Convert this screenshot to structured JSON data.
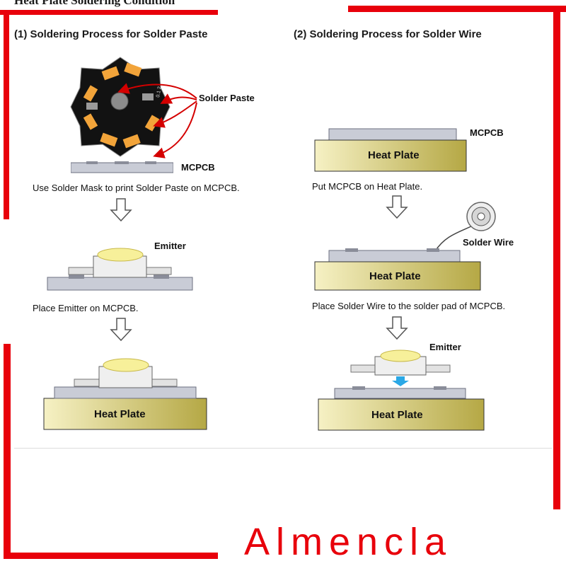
{
  "document": {
    "top_title": "Heat Plate Soldering Condition"
  },
  "left_panel": {
    "title": "(1) Soldering Process for Solder Paste",
    "label_solder_paste": "Solder Paste",
    "label_mcpcb": "MCPCB",
    "caption_step1": "Use Solder Mask to print Solder Paste on MCPCB.",
    "label_emitter": "Emitter",
    "caption_step2": "Place Emitter on MCPCB.",
    "label_heat_plate": "Heat Plate"
  },
  "right_panel": {
    "title": "(2) Soldering Process for Solder Wire",
    "label_mcpcb": "MCPCB",
    "label_heat_plate_1": "Heat Plate",
    "caption_step1": "Put MCPCB on Heat Plate.",
    "label_solder_wire": "Solder Wire",
    "label_heat_plate_2": "Heat Plate",
    "caption_step2": "Place Solder Wire to the solder pad of MCPCB.",
    "label_emitter": "Emitter",
    "label_heat_plate_3": "Heat Plate"
  },
  "watermark": {
    "text": "Almencla"
  },
  "colors": {
    "frame_red": "#e8000b",
    "heat_plate_light": "#f6f1c4",
    "heat_plate_dark": "#b5a845",
    "mcpcb": "#c9ccd6",
    "solder_pad": "#f2a43a",
    "arrow_red": "#d40000",
    "lens_yellow": "#f7f09a"
  }
}
